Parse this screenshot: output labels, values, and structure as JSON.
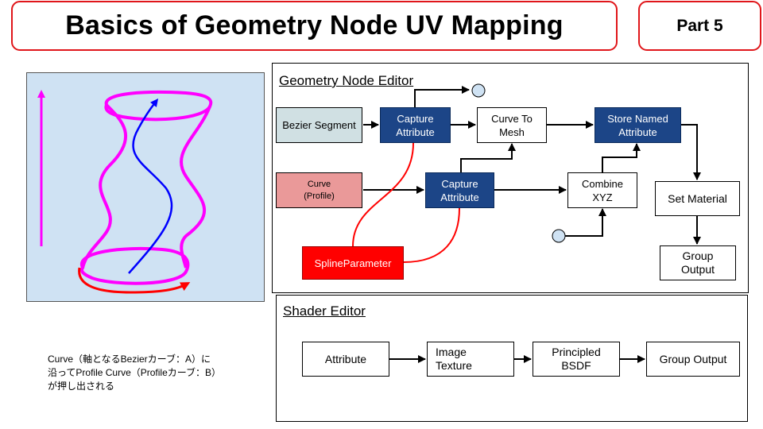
{
  "header": {
    "title": "Basics of Geometry Node UV Mapping",
    "part": "Part 5"
  },
  "colors": {
    "accent_red": "#e0161a",
    "node_blue": "#1c4587",
    "curve_magenta": "#ff00ff",
    "axis_blue": "#0000ff",
    "profile_red": "#ff0000",
    "illus_bg": "#cfe2f3"
  },
  "geometry_editor": {
    "title": "Geometry Node Editor",
    "nodes": {
      "bezier_segment": "Bezier Segment",
      "capture_attr_1": "Capture\nAttribute",
      "curve_to_mesh": "Curve To\nMesh",
      "store_named": "Store Named\nAttribute",
      "curve_profile": "Curve\n(Profile)",
      "capture_attr_2": "Capture\nAttribute",
      "combine_xyz": "Combine\nXYZ",
      "set_material": "Set Material",
      "group_output": "Group\nOutput",
      "spline_parameter": "SplineParameter"
    }
  },
  "shader_editor": {
    "title": "Shader Editor",
    "nodes": {
      "attribute": "Attribute",
      "image_texture": "Image\nTexture",
      "principled": "Principled\nBSDF",
      "group_output": "Group Output"
    }
  },
  "caption": "Curve（軸となるBezierカーブ：A）に\n沿ってProfile Curve（Profileカーブ：B）\nが押し出される"
}
